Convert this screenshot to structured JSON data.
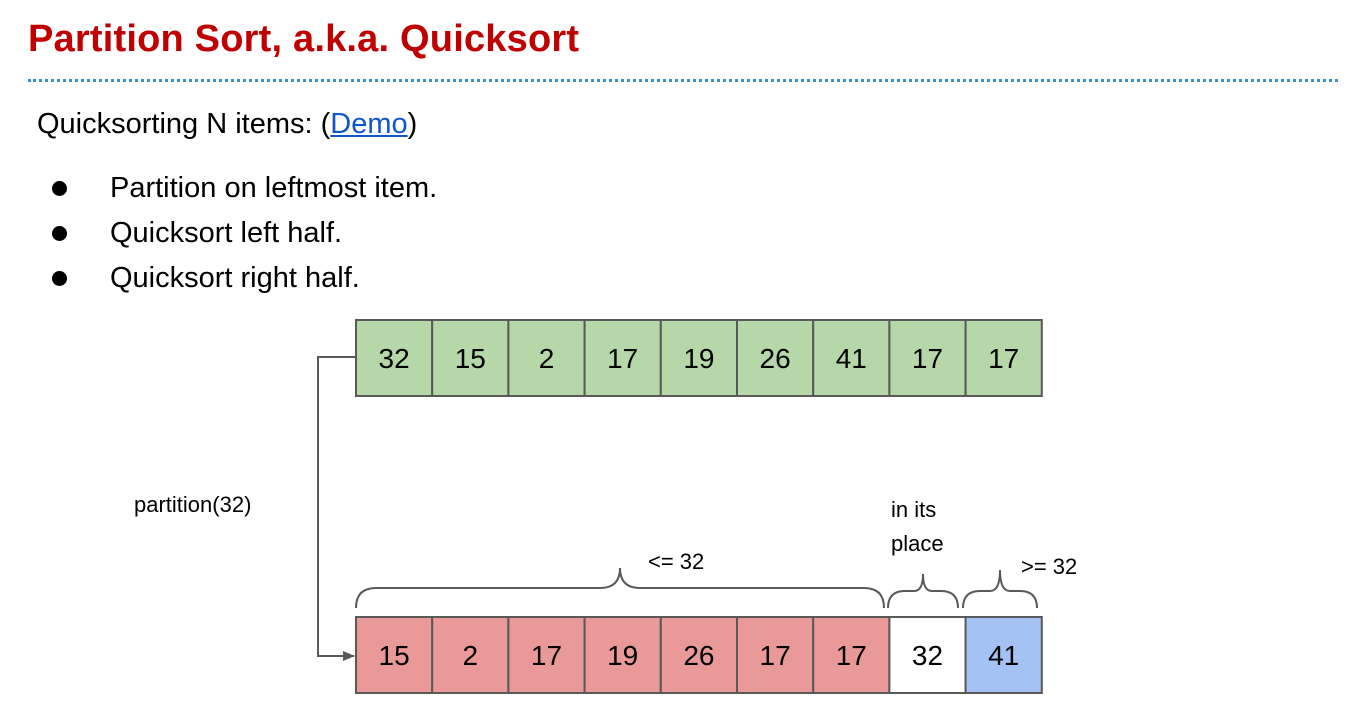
{
  "slide": {
    "title": "Partition Sort, a.k.a. Quicksort",
    "intro_text": "Quicksorting N items: (",
    "intro_link": "Demo",
    "intro_close": ")",
    "bullets": [
      "Partition on leftmost item.",
      "Quicksort left half.",
      "Quicksort right half."
    ]
  },
  "diagram": {
    "input_array": [
      "32",
      "15",
      "2",
      "17",
      "19",
      "26",
      "41",
      "17",
      "17"
    ],
    "output_array": [
      {
        "value": "15",
        "group": "less"
      },
      {
        "value": "2",
        "group": "less"
      },
      {
        "value": "17",
        "group": "less"
      },
      {
        "value": "19",
        "group": "less"
      },
      {
        "value": "26",
        "group": "less"
      },
      {
        "value": "17",
        "group": "less"
      },
      {
        "value": "17",
        "group": "less"
      },
      {
        "value": "32",
        "group": "pivot"
      },
      {
        "value": "41",
        "group": "greater"
      }
    ],
    "partition_label": "partition(32)",
    "brace_less_label": "<= 32",
    "brace_pivot_label_line1": "in its",
    "brace_pivot_label_line2": "place",
    "brace_greater_label": ">= 32",
    "colors": {
      "input_fill": "#b6d7a8",
      "less_fill": "#ea9999",
      "pivot_fill": "#ffffff",
      "greater_fill": "#a4c2f4",
      "stroke": "#595959",
      "title": "#c00000",
      "link": "#1155cc",
      "rule": "#3d8fd1"
    }
  }
}
